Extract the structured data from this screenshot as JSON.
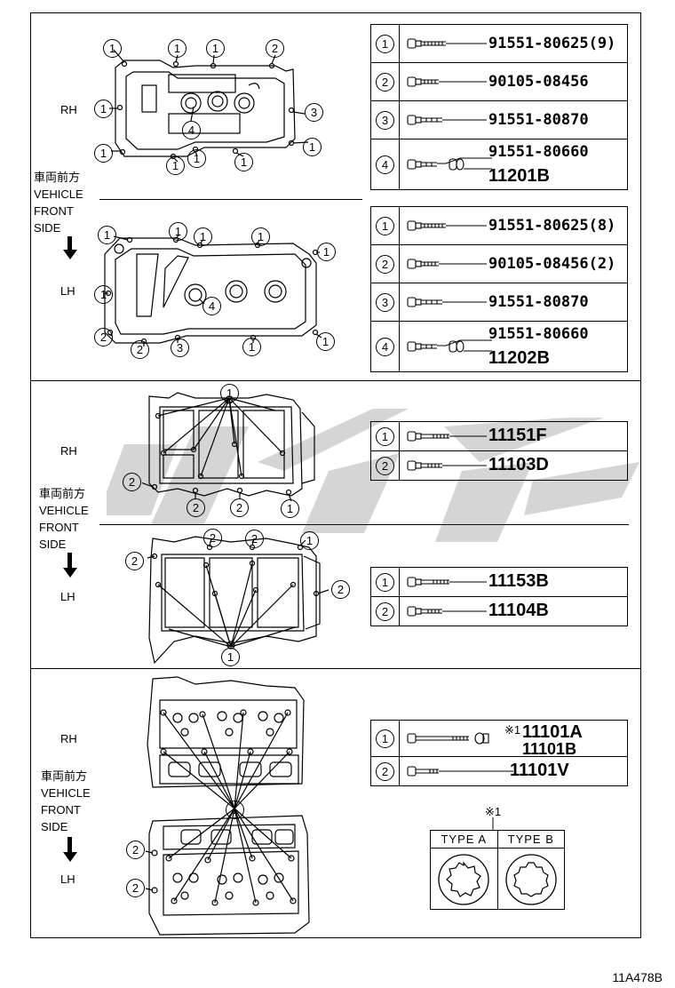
{
  "section1": {
    "rh_label": "RH",
    "lh_label": "LH",
    "front_label": [
      "車両前方",
      "VEHICLE",
      "FRONT",
      "SIDE"
    ],
    "rh_table": [
      {
        "num": "1",
        "part": "91551-80625(9)"
      },
      {
        "num": "2",
        "part": "90105-08456"
      },
      {
        "num": "3",
        "part": "91551-80870"
      },
      {
        "num": "4",
        "part": "91551-80660",
        "part2": "11201B"
      }
    ],
    "lh_table": [
      {
        "num": "1",
        "part": "91551-80625(8)"
      },
      {
        "num": "2",
        "part": "90105-08456(2)"
      },
      {
        "num": "3",
        "part": "91551-80870"
      },
      {
        "num": "4",
        "part": "91551-80660",
        "part2": "11202B"
      }
    ],
    "rh_callouts": [
      "1",
      "1",
      "1",
      "2",
      "1",
      "3",
      "4",
      "1",
      "1",
      "1",
      "1",
      "1"
    ],
    "lh_callouts": [
      "1",
      "1",
      "1",
      "1",
      "1",
      "1",
      "4",
      "2",
      "2",
      "3",
      "1",
      "1"
    ]
  },
  "section2": {
    "rh_label": "RH",
    "lh_label": "LH",
    "front_label": [
      "車両前方",
      "VEHICLE",
      "FRONT",
      "SIDE"
    ],
    "rh_table": [
      {
        "num": "1",
        "part": "11151F"
      },
      {
        "num": "2",
        "part": "11103D"
      }
    ],
    "lh_table": [
      {
        "num": "1",
        "part": "11153B"
      },
      {
        "num": "2",
        "part": "11104B"
      }
    ],
    "rh_callouts": [
      "1",
      "2",
      "2",
      "2",
      "1"
    ],
    "lh_callouts": [
      "2",
      "2",
      "1",
      "2",
      "2",
      "1"
    ]
  },
  "section3": {
    "rh_label": "RH",
    "lh_label": "LH",
    "front_label": [
      "車両前方",
      "VEHICLE",
      "FRONT",
      "SIDE"
    ],
    "table": [
      {
        "num": "1",
        "note": "※1",
        "part": "11101A",
        "part2": "11101B"
      },
      {
        "num": "2",
        "part": "11101V"
      }
    ],
    "note_mark": "※1",
    "type_a": "TYPE A",
    "type_b": "TYPE B",
    "callouts": [
      "1",
      "2",
      "2"
    ]
  },
  "footer": {
    "code": "11A478B"
  }
}
